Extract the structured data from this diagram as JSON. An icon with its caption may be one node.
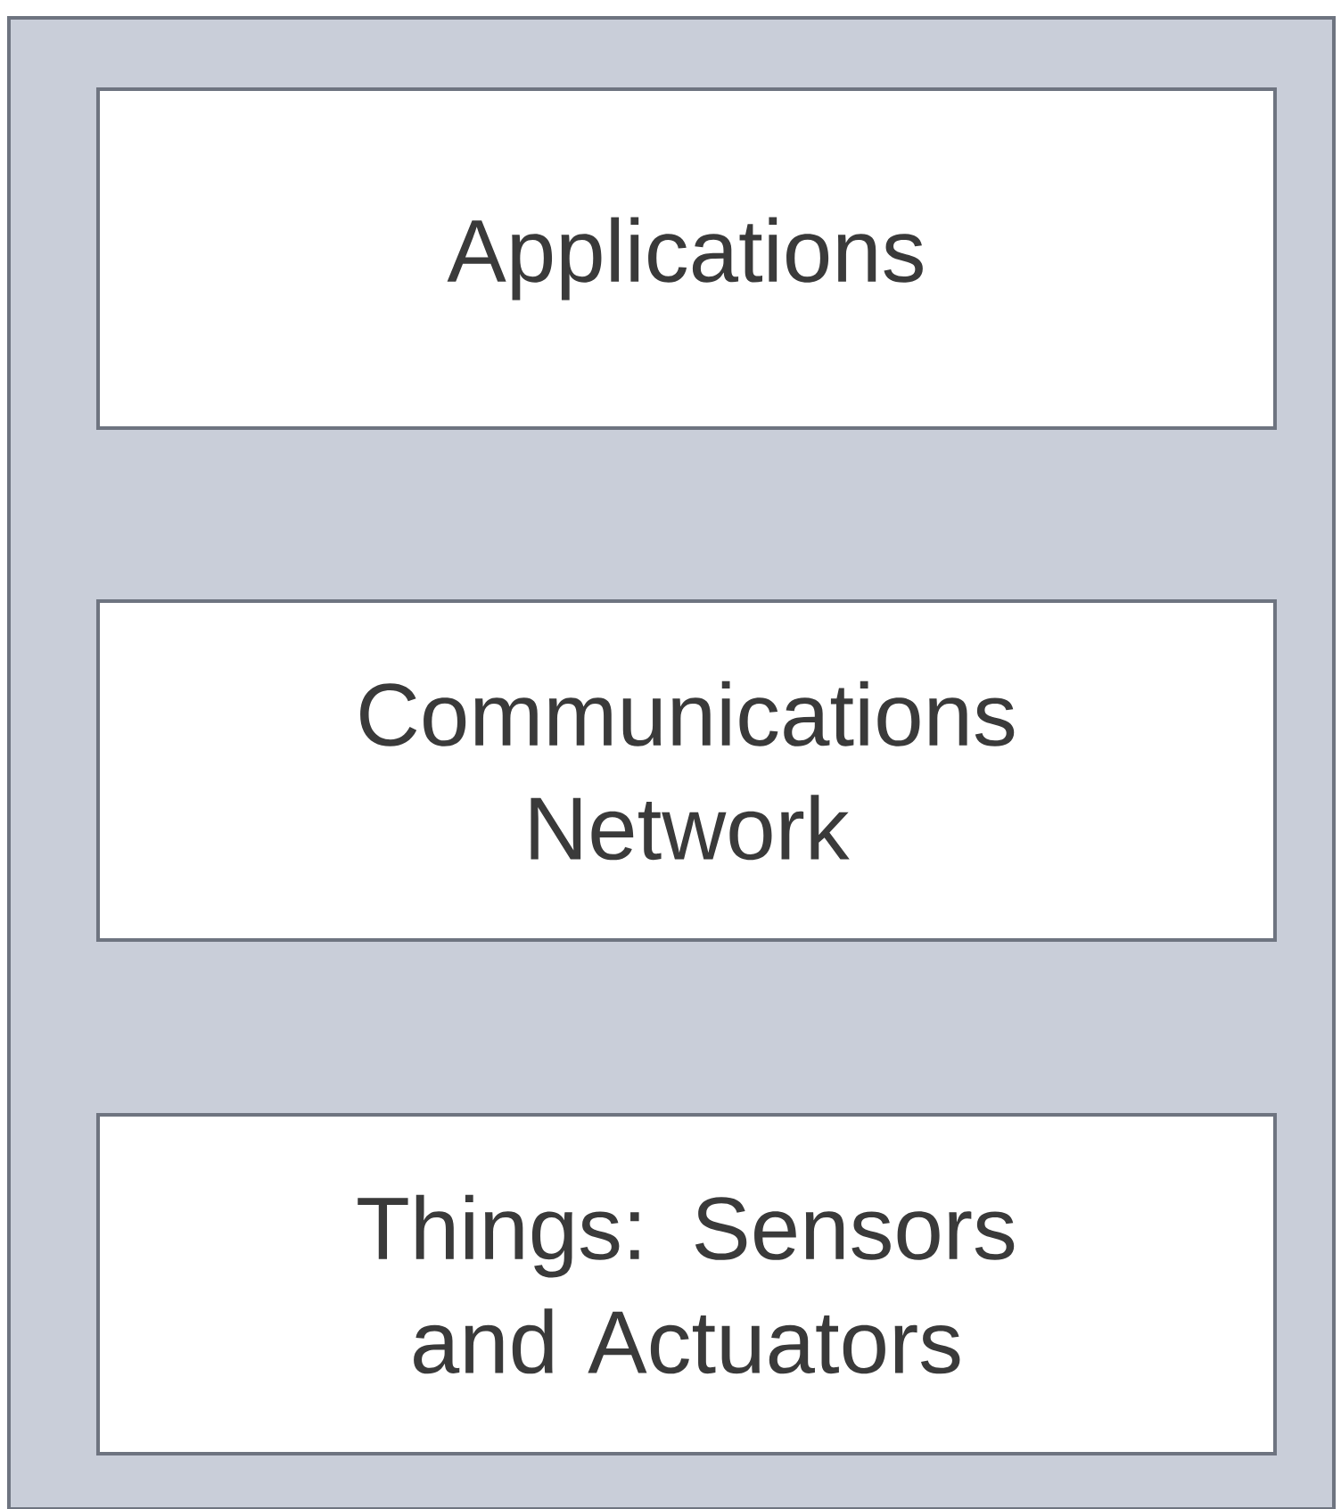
{
  "diagram": {
    "nodes": [
      {
        "text": [],
        "shape": "box"
      },
      {
        "text": [
          "Applications"
        ],
        "in": 0
      },
      {
        "text": [
          "Communications Network"
        ],
        "in": 0
      },
      {
        "text": [
          "Things: Sensors and Actuators"
        ],
        "in": 0
      }
    ]
  }
}
